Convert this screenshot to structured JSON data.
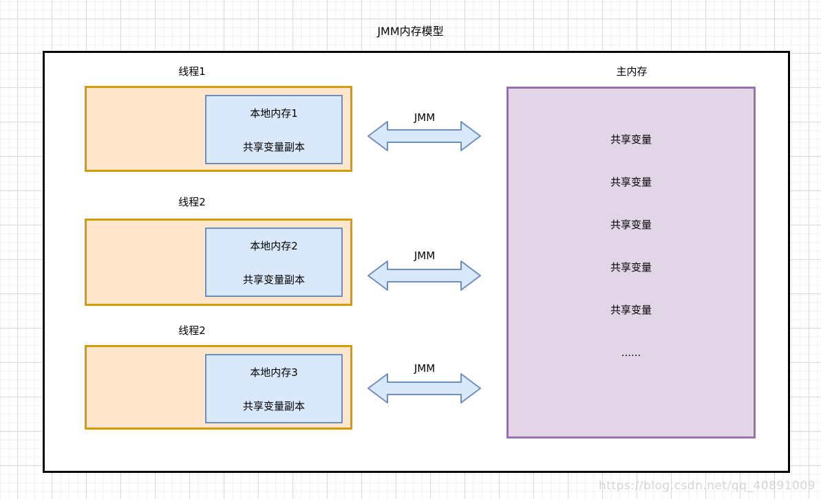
{
  "title": "JMM内存模型",
  "watermark": "https://blog.csdn.net/qq_40891009",
  "colors": {
    "thread_fill": "#FFE6CC",
    "thread_border": "#D79B00",
    "local_fill": "#DAE8FC",
    "local_border": "#6C8EBF",
    "main_fill": "#E1D5E7",
    "main_border": "#9673A6",
    "outer_border": "#000000"
  },
  "threads": [
    {
      "label": "线程1",
      "local_memory": "本地内存1",
      "copy": "共享变量副本",
      "arrow_label": "JMM"
    },
    {
      "label": "线程2",
      "local_memory": "本地内存2",
      "copy": "共享变量副本",
      "arrow_label": "JMM"
    },
    {
      "label": "线程2",
      "local_memory": "本地内存3",
      "copy": "共享变量副本",
      "arrow_label": "JMM"
    }
  ],
  "main_memory": {
    "label": "主内存",
    "items": [
      "共享变量",
      "共享变量",
      "共享变量",
      "共享变量",
      "共享变量",
      "......"
    ]
  }
}
